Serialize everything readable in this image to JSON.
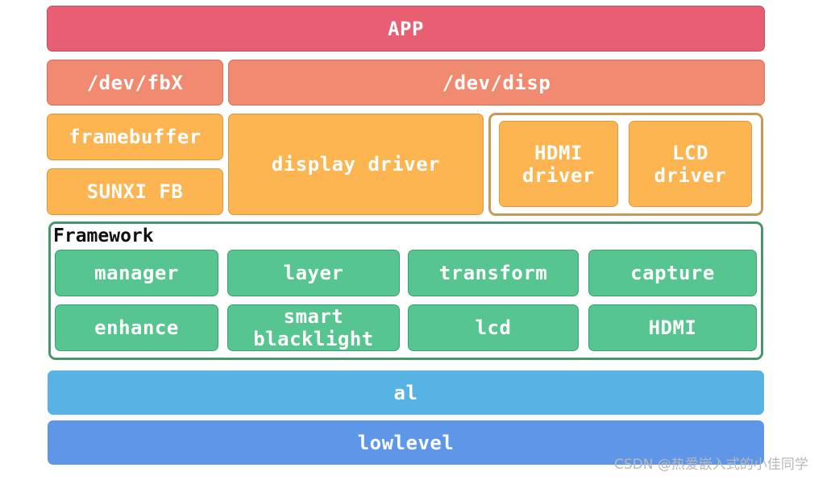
{
  "layers": {
    "app": "APP",
    "dev_fbx": "/dev/fbX",
    "dev_disp": "/dev/disp",
    "framebuffer": "framebuffer",
    "sunxi_fb": "SUNXI FB",
    "display_driver": "display driver",
    "hdmi_driver": "HDMI\ndriver",
    "lcd_driver": "LCD\ndriver",
    "al": "al",
    "lowlevel": "lowlevel"
  },
  "framework": {
    "title": "Framework",
    "modules": [
      "manager",
      "layer",
      "transform",
      "capture",
      "enhance",
      "smart\nblacklight",
      "lcd",
      "HDMI"
    ]
  },
  "watermark": "CSDN @热爱嵌入式的小佳同学",
  "colors": {
    "app": "#e85e72",
    "dev": "#f08a70",
    "driver": "#fdb552",
    "framework_module": "#56c590",
    "framework_border": "#4a9470",
    "driver_group_border": "#c69a56",
    "al": "#56b3e3",
    "lowlevel": "#5f97e8"
  }
}
